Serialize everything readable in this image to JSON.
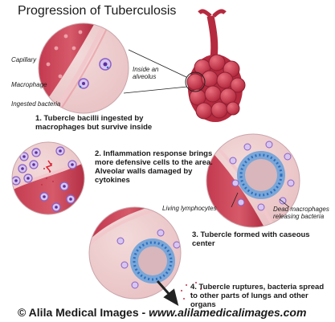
{
  "title": "Progression of Tuberculosis",
  "labels": {
    "capillary": "Capillary",
    "inside_alveolus": "Inside an alveolus",
    "macrophage": "Macrophage",
    "ingested_bacteria": "Ingested bacteria",
    "living_lymphocytes": "Living lymphocytes",
    "dead_macrophages": "Dead macrophages releasing bacteria"
  },
  "steps": [
    "1. Tubercle bacilli ingested by macrophages but survive inside",
    "2. Inflammation response brings more defensive cells to the area. Alveolar walls damaged by cytokines",
    "3. Tubercle formed with caseous center",
    "4. Tubercle ruptures, bacteria spread to other parts of lungs and other organs"
  ],
  "footer": {
    "brand": "© Alila Medical Images",
    "separator": "-",
    "url": "www.alilamedicalimages.com"
  },
  "colors": {
    "tissue": "#c0334a",
    "tissue_light": "#e8a0a8",
    "alveolus_bg": "#f3dada",
    "cell_purple": "#8a5fc7",
    "bacteria_blue": "#2a6fc0",
    "caseous": "#d8b6bb"
  }
}
